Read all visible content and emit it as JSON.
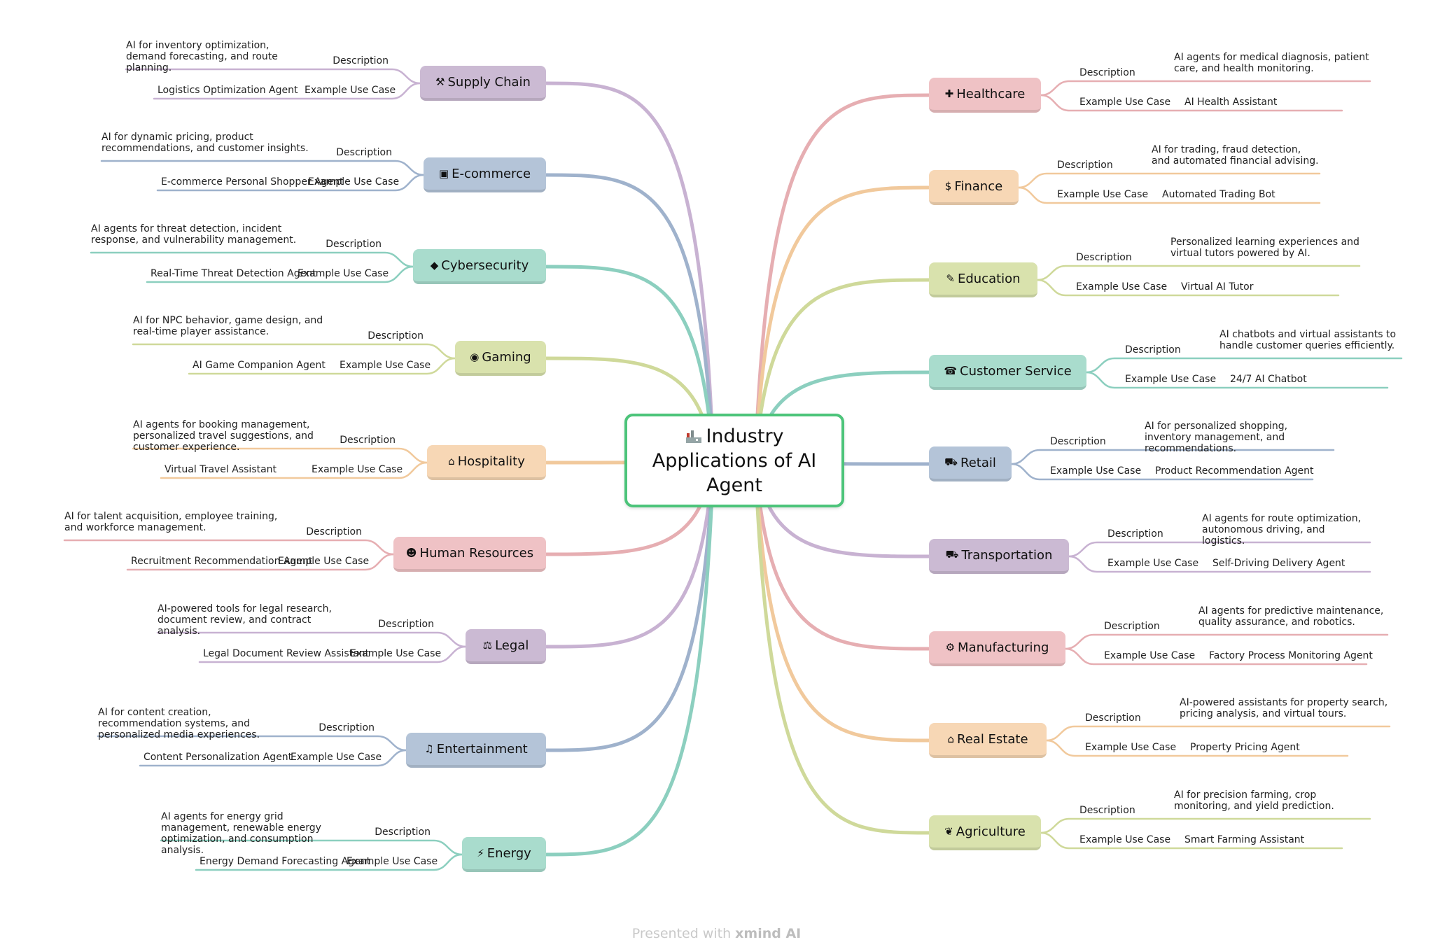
{
  "title": "Industry Applications of AI Agent",
  "footer": {
    "prefix": "Presented with ",
    "brand": "xmind AI"
  },
  "branch_labels": {
    "description": "Description",
    "example": "Example Use Case"
  },
  "left": [
    {
      "name": "Supply Chain",
      "emoji": "⚒",
      "color": "#cbbad3",
      "line": "#c8b2d2",
      "description": "AI for inventory optimization, demand forecasting, and route planning.",
      "example": "Logistics Optimization Agent"
    },
    {
      "name": "E-commerce",
      "emoji": "▣",
      "color": "#b4c4d8",
      "line": "#9fb2cc",
      "description": "AI for dynamic pricing, product recommendations, and customer insights.",
      "example": "E-commerce Personal Shopper Agent"
    },
    {
      "name": "Cybersecurity",
      "emoji": "◆",
      "color": "#a9dccd",
      "line": "#8ccfbf",
      "description": "AI agents for threat detection, incident response, and vulnerability management.",
      "example": "Real-Time Threat Detection Agent"
    },
    {
      "name": "Gaming",
      "emoji": "◉",
      "color": "#d9e2ad",
      "line": "#cfd99a",
      "description": "AI for NPC behavior, game design, and real-time player assistance.",
      "example": "AI Game Companion Agent"
    },
    {
      "name": "Hospitality",
      "emoji": "⌂",
      "color": "#f7d7b5",
      "line": "#f1c99c",
      "description": "AI agents for booking management, personalized travel suggestions, and customer experience.",
      "example": "Virtual Travel Assistant"
    },
    {
      "name": "Human Resources",
      "emoji": "☻",
      "color": "#efc2c5",
      "line": "#e6aeb2",
      "description": "AI for talent acquisition, employee training, and workforce management.",
      "example": "Recruitment Recommendation Agent"
    },
    {
      "name": "Legal",
      "emoji": "⚖",
      "color": "#cbbad3",
      "line": "#c8b2d2",
      "description": "AI-powered tools for legal research, document review, and contract analysis.",
      "example": "Legal Document Review Assistant"
    },
    {
      "name": "Entertainment",
      "emoji": "♫",
      "color": "#b4c4d8",
      "line": "#9fb2cc",
      "description": "AI for content creation, recommendation systems, and personalized media experiences.",
      "example": "Content Personalization Agent"
    },
    {
      "name": "Energy",
      "emoji": "⚡",
      "color": "#a9dccd",
      "line": "#8ccfbf",
      "description": "AI agents for energy grid management, renewable energy optimization, and consumption analysis.",
      "example": "Energy Demand Forecasting Agent"
    }
  ],
  "right": [
    {
      "name": "Healthcare",
      "emoji": "✚",
      "color": "#efc2c5",
      "line": "#e6aeb2",
      "description": "AI agents for medical diagnosis, patient care, and health monitoring.",
      "example": "AI Health Assistant"
    },
    {
      "name": "Finance",
      "emoji": "$",
      "color": "#f7d7b5",
      "line": "#f1c99c",
      "description": "AI for trading, fraud detection, and automated financial advising.",
      "example": "Automated Trading Bot"
    },
    {
      "name": "Education",
      "emoji": "✎",
      "color": "#d9e2ad",
      "line": "#cfd99a",
      "description": "Personalized learning experiences and virtual tutors powered by AI.",
      "example": "Virtual AI Tutor"
    },
    {
      "name": "Customer Service",
      "emoji": "☎",
      "color": "#a9dccd",
      "line": "#8ccfbf",
      "description": "AI chatbots and virtual assistants to handle customer queries efficiently.",
      "example": "24/7 AI Chatbot"
    },
    {
      "name": "Retail",
      "emoji": "⛟",
      "color": "#b4c4d8",
      "line": "#9fb2cc",
      "description": "AI for personalized shopping, inventory management, and recommendations.",
      "example": "Product Recommendation Agent"
    },
    {
      "name": "Transportation",
      "emoji": "⛟",
      "color": "#cbbad3",
      "line": "#c8b2d2",
      "description": "AI agents for route optimization, autonomous driving, and logistics.",
      "example": "Self-Driving Delivery Agent"
    },
    {
      "name": "Manufacturing",
      "emoji": "⚙",
      "color": "#efc2c5",
      "line": "#e6aeb2",
      "description": "AI agents for predictive maintenance, quality assurance, and robotics.",
      "example": "Factory Process Monitoring Agent"
    },
    {
      "name": "Real Estate",
      "emoji": "⌂",
      "color": "#f7d7b5",
      "line": "#f1c99c",
      "description": "AI-powered assistants for property search, pricing analysis, and virtual tours.",
      "example": "Property Pricing Agent"
    },
    {
      "name": "Agriculture",
      "emoji": "❦",
      "color": "#d9e2ad",
      "line": "#cfd99a",
      "description": "AI for precision farming, crop monitoring, and yield prediction.",
      "example": "Smart Farming Assistant"
    }
  ]
}
